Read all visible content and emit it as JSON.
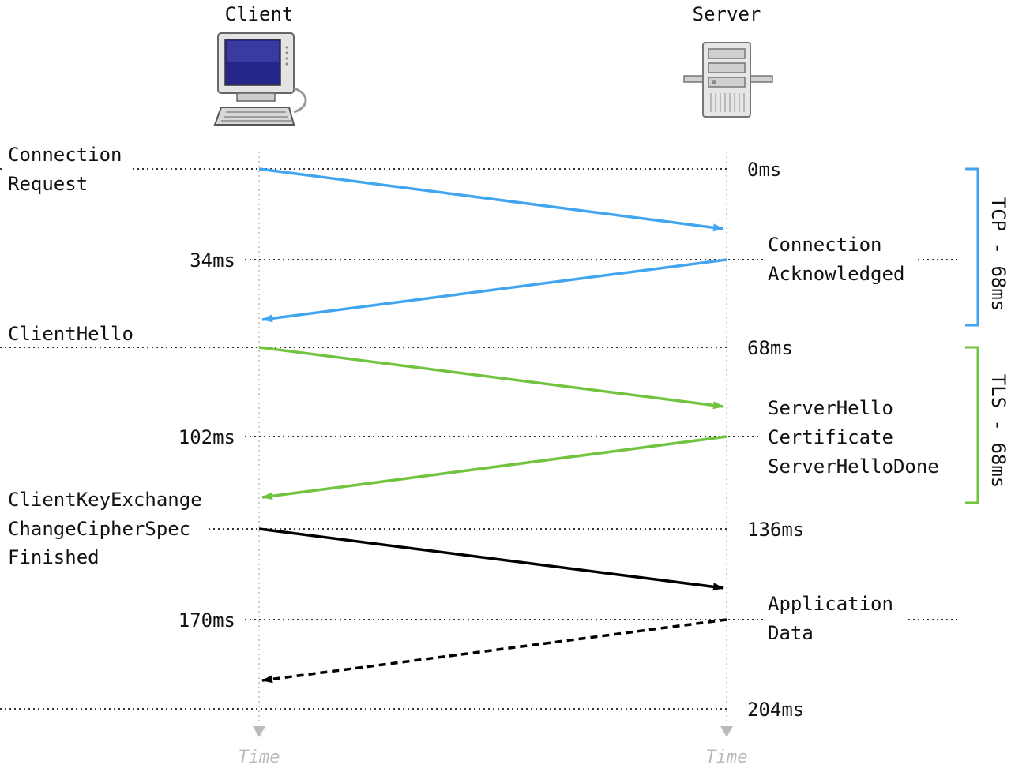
{
  "lanes": {
    "client": "Client",
    "server": "Server",
    "time_label": "Time"
  },
  "timestamps": {
    "t0": "0ms",
    "t34": "34ms",
    "t68": "68ms",
    "t102": "102ms",
    "t136": "136ms",
    "t170": "170ms",
    "t204": "204ms"
  },
  "messages": {
    "connection_request": [
      "Connection",
      "Request"
    ],
    "connection_ack": [
      "Connection",
      "Acknowledged"
    ],
    "client_hello": [
      "ClientHello"
    ],
    "server_hello": [
      "ServerHello",
      "Certificate",
      "ServerHelloDone"
    ],
    "client_key_exchange": [
      "ClientKeyExchange",
      "ChangeCipherSpec",
      "Finished"
    ],
    "application_data": [
      "Application",
      "Data"
    ]
  },
  "phases": {
    "tcp": "TCP - 68ms",
    "tls": "TLS - 68ms"
  },
  "colors": {
    "tcp": "#42a5f0",
    "tls": "#72c440",
    "app": "#000000",
    "lane": "#bbbbbb",
    "grid": "#333333"
  }
}
